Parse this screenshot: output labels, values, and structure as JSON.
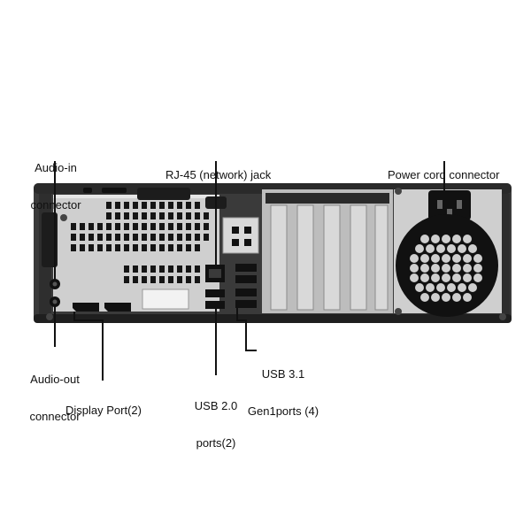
{
  "labels": {
    "audio_in": {
      "line1": "Audio-in",
      "line2": "connector"
    },
    "rj45": {
      "line1": "RJ-45 (network) jack"
    },
    "power": {
      "line1": "Power cord connector"
    },
    "audio_out": {
      "line1": "Audio-out",
      "line2": "connector"
    },
    "display_port": {
      "line1": "Display Port(2)"
    },
    "usb2": {
      "line1": "USB 2.0",
      "line2": "ports(2)"
    },
    "usb31": {
      "line1": "USB 3.1",
      "line2": "Gen1ports (4)"
    }
  },
  "colors": {
    "chassis": "#3a3a3a",
    "chassis_dark": "#1f1f1f",
    "panel": "#cfcfcf",
    "panel_light": "#e6e6e6",
    "port": "#151515",
    "leader": "#111111"
  }
}
